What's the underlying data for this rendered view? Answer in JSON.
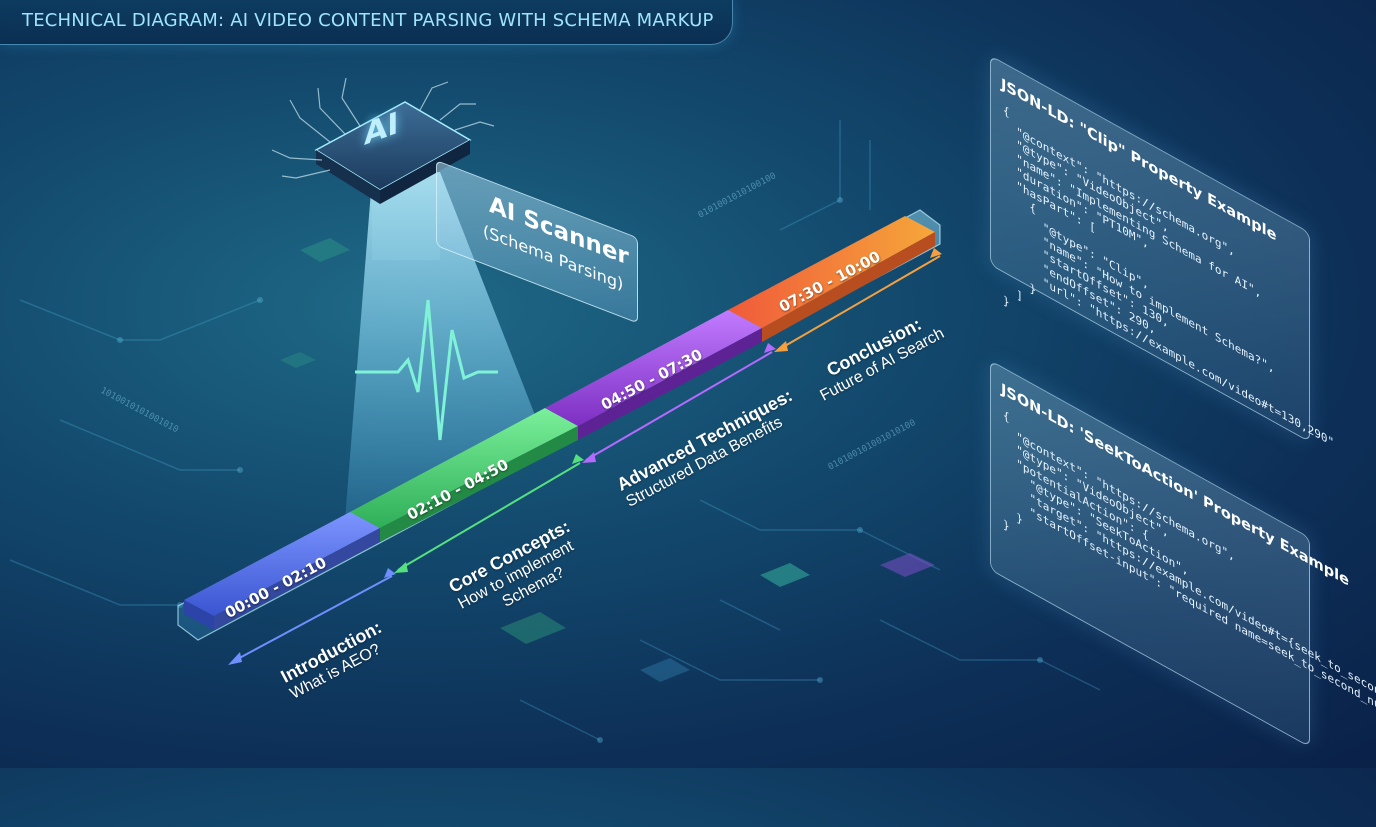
{
  "title": "TECHNICAL DIAGRAM: AI VIDEO CONTENT PARSING WITH SCHEMA MARKUP",
  "scanner": {
    "chip_label": "AI",
    "title": "AI Scanner",
    "subtitle": "(Schema Parsing)"
  },
  "segments": [
    {
      "time": "00:00 - 02:10",
      "heading": "Introduction:",
      "line1": "What is AEO?",
      "line2": "",
      "color": "#4f6fe6"
    },
    {
      "time": "02:10 - 04:50",
      "heading": "Core Concepts:",
      "line1": "How to implement",
      "line2": "Schema?",
      "color": "#3fc66a"
    },
    {
      "time": "04:50 - 07:30",
      "heading": "Advanced Techniques:",
      "line1": "Structured Data Benefits",
      "line2": "",
      "color": "#9b42dd"
    },
    {
      "time": "07:30 - 10:00",
      "heading": "Conclusion:",
      "line1": "Future of AI Search",
      "line2": "",
      "color": "#ee7a34"
    }
  ],
  "panels": [
    {
      "title": "JSON-LD: \"Clip\" Property Example",
      "code": "{\n  \"@context\": \"https://schema.org\",\n  \"@type\": \"VideoObject\",\n  \"name\": \"Implementing Schema for AI\",\n  \"duration\": \"PT10M\",\n  \"hasPart\": [\n    {\n      \"@type\": \"Clip\",\n      \"name\": \"How to implement Schema?\",\n      \"startOffset\": 130,\n      \"endOffset\": 290,\n      \"url\": \"https://example.com/video#t=130,290\"\n    }\n  ]\n}"
    },
    {
      "title": "JSON-LD: 'SeekToAction' Property Example",
      "code": "{\n  \"@context\": \"https://schema.org\",\n  \"@type\": \"VideoObject\",\n  \"potentialAction\": {\n    \"@type\": \"SeekToAction\",\n    \"target\": \"https://example.com/video#t={seek_to_second_number}\",\n    \"startOffset-input\": \"required name=seek_to_second_number\"\n  }\n}"
    }
  ],
  "colors": {
    "accent": "#5fd8ff",
    "intro": "#4f6fe6",
    "core": "#3fc66a",
    "advanced": "#9b42dd",
    "conclusion": "#ee7a34"
  }
}
